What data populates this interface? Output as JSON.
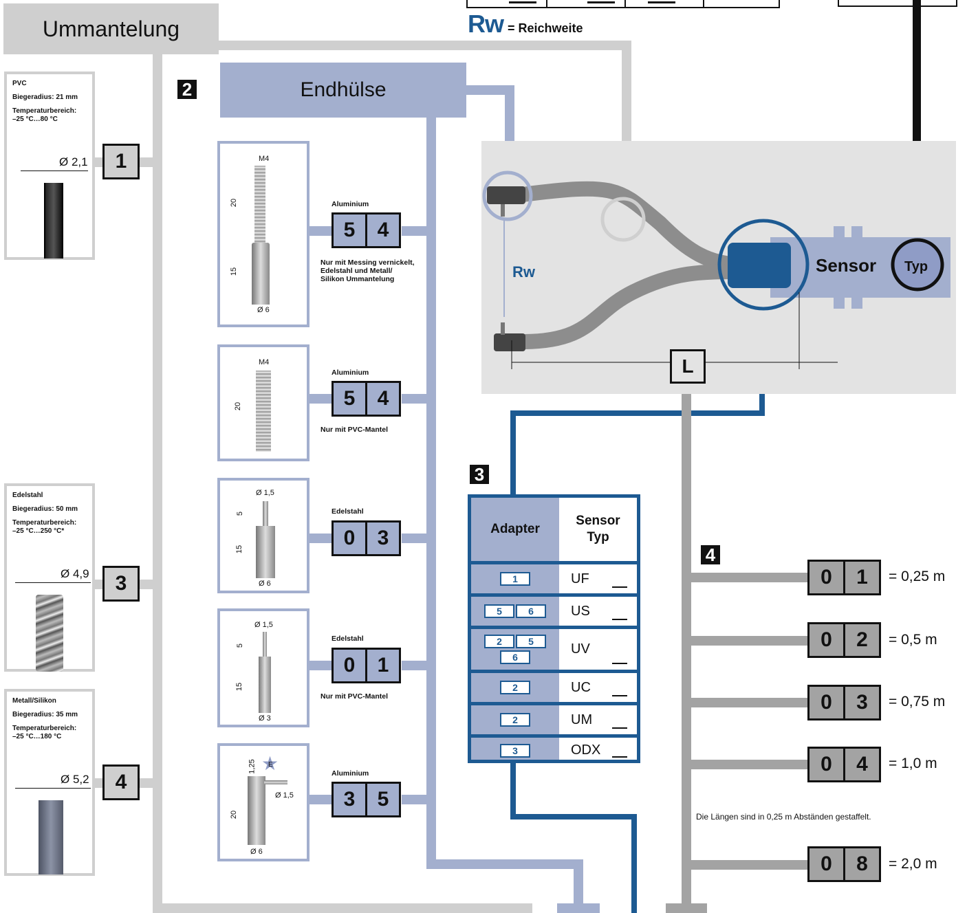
{
  "title_legend": {
    "rw_abbrev": "Rw",
    "rw_text": "= Reichweite"
  },
  "ummantelung": {
    "header": "Ummantelung",
    "items": [
      {
        "name": "PVC",
        "radius": "Biegeradius: 21 mm",
        "temp_label": "Temperaturbereich:",
        "temp": "–25 °C…80 °C",
        "diameter": "Ø 2,1",
        "code": "1"
      },
      {
        "name": "Edelstahl",
        "radius": "Biegeradius: 50 mm",
        "temp_label": "Temperaturbereich:",
        "temp": "–25 °C…250 °C*",
        "diameter": "Ø 4,9",
        "code": "3"
      },
      {
        "name": "Metall/Silikon",
        "radius": "Biegeradius: 35 mm",
        "temp_label": "Temperaturbereich:",
        "temp": "–25 °C…180 °C",
        "diameter": "Ø 5,2",
        "code": "4"
      }
    ]
  },
  "endhuelse": {
    "number": "2",
    "header": "Endhülse",
    "items": [
      {
        "material": "Aluminium",
        "code": [
          "5",
          "4"
        ],
        "note": "Nur mit Messing vernickelt, Edelstahl und Metall/ Silikon Ummantelung",
        "dims": [
          "M4",
          "20",
          "15",
          "Ø 6"
        ]
      },
      {
        "material": "Aluminium",
        "code": [
          "5",
          "4"
        ],
        "note": "Nur mit PVC-Mantel",
        "dims": [
          "M4",
          "20"
        ]
      },
      {
        "material": "Edelstahl",
        "code": [
          "0",
          "3"
        ],
        "note": "",
        "dims": [
          "Ø 1,5",
          "5",
          "15",
          "Ø 6"
        ]
      },
      {
        "material": "Edelstahl",
        "code": [
          "0",
          "1"
        ],
        "note": "Nur mit PVC-Mantel",
        "dims": [
          "Ø 1,5",
          "5",
          "15",
          "Ø 3"
        ]
      },
      {
        "material": "Aluminium",
        "code": [
          "3",
          "5"
        ],
        "note": "",
        "dims": [
          "1,25",
          "E",
          "20",
          "Ø 1,5",
          "Ø 6"
        ]
      }
    ]
  },
  "sensor_diagram": {
    "rw": "Rw",
    "sensor": "Sensor",
    "typ": "Typ",
    "l": "L"
  },
  "adapter": {
    "number": "3",
    "header_adapter": "Adapter",
    "header_sensor_line1": "Sensor",
    "header_sensor_line2": "Typ",
    "rows": [
      {
        "adapters": [
          "1"
        ],
        "sensor": "UF"
      },
      {
        "adapters": [
          "5",
          "6"
        ],
        "sensor": "US"
      },
      {
        "adapters": [
          "2",
          "5",
          "6"
        ],
        "sensor": "UV"
      },
      {
        "adapters": [
          "2"
        ],
        "sensor": "UC"
      },
      {
        "adapters": [
          "2"
        ],
        "sensor": "UM"
      },
      {
        "adapters": [
          "3"
        ],
        "sensor": "ODX"
      }
    ]
  },
  "laenge": {
    "number": "4",
    "items": [
      {
        "code": [
          "0",
          "1"
        ],
        "value": "= 0,25 m"
      },
      {
        "code": [
          "0",
          "2"
        ],
        "value": "= 0,5 m"
      },
      {
        "code": [
          "0",
          "3"
        ],
        "value": "= 0,75 m"
      },
      {
        "code": [
          "0",
          "4"
        ],
        "value": "= 1,0 m"
      },
      {
        "code": [
          "0",
          "8"
        ],
        "value": "= 2,0 m"
      }
    ],
    "note": "Die Längen sind in 0,25 m Abständen gestaffelt."
  },
  "colors": {
    "gray": "#cfcfcf",
    "blue": "#a3afce",
    "darkblue": "#1d5a92",
    "midgray": "#a3a3a3"
  }
}
